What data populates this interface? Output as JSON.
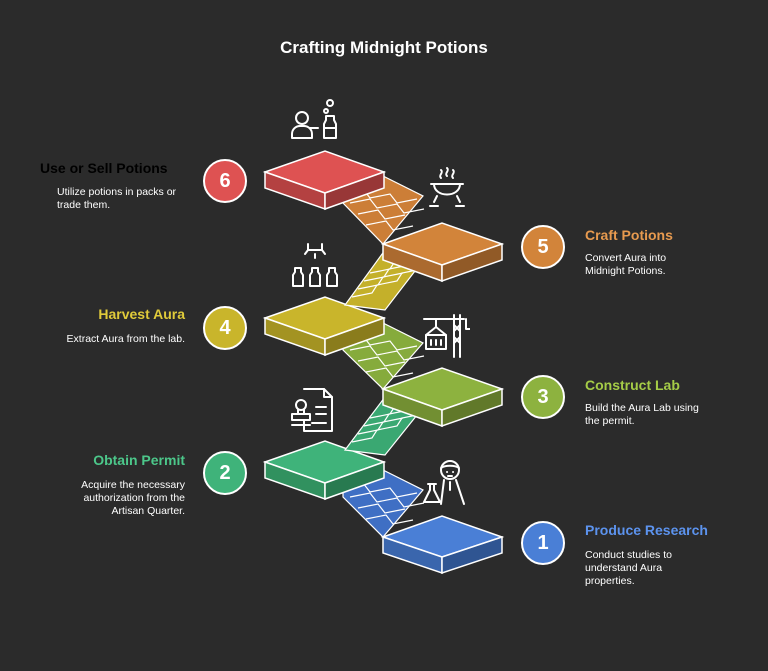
{
  "title": "Crafting Midnight Potions",
  "steps": [
    {
      "number": "1",
      "title": "Produce Research",
      "desc_lines": [
        "Conduct studies to",
        "understand Aura",
        "properties."
      ],
      "color": "#4a7fd6",
      "icon": "scientist-flask-icon"
    },
    {
      "number": "2",
      "title": "Obtain Permit",
      "desc_lines": [
        "Acquire the necessary",
        "authorization from the",
        "Artisan Quarter."
      ],
      "color": "#3fb37a",
      "icon": "permit-stamp-icon"
    },
    {
      "number": "3",
      "title": "Construct Lab",
      "desc_lines": [
        "Build the Aura Lab using",
        "the permit."
      ],
      "color": "#8db23f",
      "icon": "crane-building-icon"
    },
    {
      "number": "4",
      "title": "Harvest Aura",
      "desc_lines": [
        "Extract Aura from the lab."
      ],
      "color": "#c9b52b",
      "icon": "harvest-bottles-icon"
    },
    {
      "number": "5",
      "title": "Craft Potions",
      "desc_lines": [
        "Convert Aura into",
        "Midnight Potions."
      ],
      "color": "#d2843a",
      "icon": "cauldron-icon"
    },
    {
      "number": "6",
      "title": "Use or Sell Potions",
      "desc_lines": [
        "Utilize potions in packs or",
        "trade them."
      ],
      "color": "#de5252",
      "icon": "person-potion-icon"
    }
  ]
}
